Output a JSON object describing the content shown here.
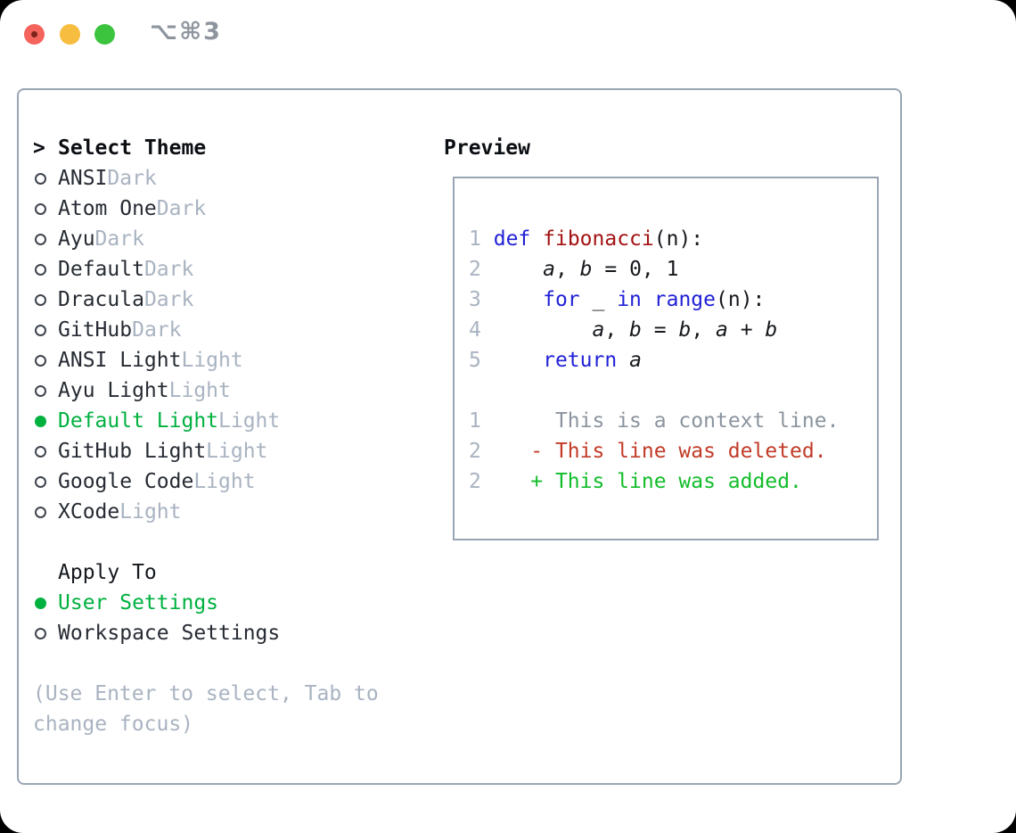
{
  "window": {
    "title": "⌥⌘3",
    "traffic_lights": [
      "close",
      "minimize",
      "zoom"
    ]
  },
  "theme_list": {
    "cursor": ">",
    "header": "Select Theme",
    "items": [
      {
        "name": "ANSI",
        "variant": "Dark",
        "selected": false
      },
      {
        "name": "Atom One",
        "variant": "Dark",
        "selected": false
      },
      {
        "name": "Ayu",
        "variant": "Dark",
        "selected": false
      },
      {
        "name": "Default",
        "variant": "Dark",
        "selected": false
      },
      {
        "name": "Dracula",
        "variant": "Dark",
        "selected": false
      },
      {
        "name": "GitHub",
        "variant": "Dark",
        "selected": false
      },
      {
        "name": "ANSI Light",
        "variant": "Light",
        "selected": false
      },
      {
        "name": "Ayu Light",
        "variant": "Light",
        "selected": false
      },
      {
        "name": "Default Light",
        "variant": "Light",
        "selected": true
      },
      {
        "name": "GitHub Light",
        "variant": "Light",
        "selected": false
      },
      {
        "name": "Google Code",
        "variant": "Light",
        "selected": false
      },
      {
        "name": "XCode",
        "variant": "Light",
        "selected": false
      }
    ]
  },
  "apply_to": {
    "header": "Apply To",
    "options": [
      {
        "label": "User Settings",
        "selected": true
      },
      {
        "label": "Workspace Settings",
        "selected": false
      }
    ]
  },
  "help_text": "(Use Enter to select, Tab to change focus)",
  "preview": {
    "header": "Preview",
    "code_lines": [
      [
        {
          "t": "1",
          "c": "num"
        },
        {
          "t": " ",
          "c": "plain"
        },
        {
          "t": "def",
          "c": "kw"
        },
        {
          "t": " ",
          "c": "plain"
        },
        {
          "t": "fibonacci",
          "c": "fn"
        },
        {
          "t": "(n):",
          "c": "plain"
        }
      ],
      [
        {
          "t": "2",
          "c": "num"
        },
        {
          "t": "     ",
          "c": "plain"
        },
        {
          "t": "a",
          "c": "var"
        },
        {
          "t": ", ",
          "c": "plain"
        },
        {
          "t": "b",
          "c": "var"
        },
        {
          "t": " = 0, 1",
          "c": "plain"
        }
      ],
      [
        {
          "t": "3",
          "c": "num"
        },
        {
          "t": "     ",
          "c": "plain"
        },
        {
          "t": "for",
          "c": "kw"
        },
        {
          "t": " _ ",
          "c": "plain"
        },
        {
          "t": "in",
          "c": "kw"
        },
        {
          "t": " ",
          "c": "plain"
        },
        {
          "t": "range",
          "c": "kw"
        },
        {
          "t": "(n):",
          "c": "plain"
        }
      ],
      [
        {
          "t": "4",
          "c": "num"
        },
        {
          "t": "         ",
          "c": "plain"
        },
        {
          "t": "a",
          "c": "var"
        },
        {
          "t": ", ",
          "c": "plain"
        },
        {
          "t": "b",
          "c": "var"
        },
        {
          "t": " = ",
          "c": "plain"
        },
        {
          "t": "b",
          "c": "var"
        },
        {
          "t": ", ",
          "c": "plain"
        },
        {
          "t": "a",
          "c": "var"
        },
        {
          "t": " + ",
          "c": "plain"
        },
        {
          "t": "b",
          "c": "var"
        }
      ],
      [
        {
          "t": "5",
          "c": "num"
        },
        {
          "t": "     ",
          "c": "plain"
        },
        {
          "t": "return",
          "c": "kw"
        },
        {
          "t": " ",
          "c": "plain"
        },
        {
          "t": "a",
          "c": "var"
        }
      ]
    ],
    "diff_lines": [
      [
        {
          "t": "1",
          "c": "num"
        },
        {
          "t": "      ",
          "c": "plain"
        },
        {
          "t": "This is a context line.",
          "c": "ctx"
        }
      ],
      [
        {
          "t": "2",
          "c": "num"
        },
        {
          "t": "    ",
          "c": "plain"
        },
        {
          "t": "- This line was deleted.",
          "c": "del"
        }
      ],
      [
        {
          "t": "2",
          "c": "num"
        },
        {
          "t": "    ",
          "c": "plain"
        },
        {
          "t": "+ This line was added.",
          "c": "add"
        }
      ]
    ]
  },
  "colors": {
    "accent_green": "#00b140",
    "keyword_blue": "#2121d6",
    "function_red": "#a31212",
    "deleted_red": "#c23b28",
    "added_green": "#12bd2a",
    "muted_gray": "#a9b3c1",
    "context_gray": "#8b949e",
    "text_dark": "#262b33",
    "border_gray": "#9aa5b4",
    "traffic_red": "#f4645c",
    "traffic_yellow": "#f7bd40",
    "traffic_green": "#3dc43f",
    "title_gray": "#8e959e"
  }
}
